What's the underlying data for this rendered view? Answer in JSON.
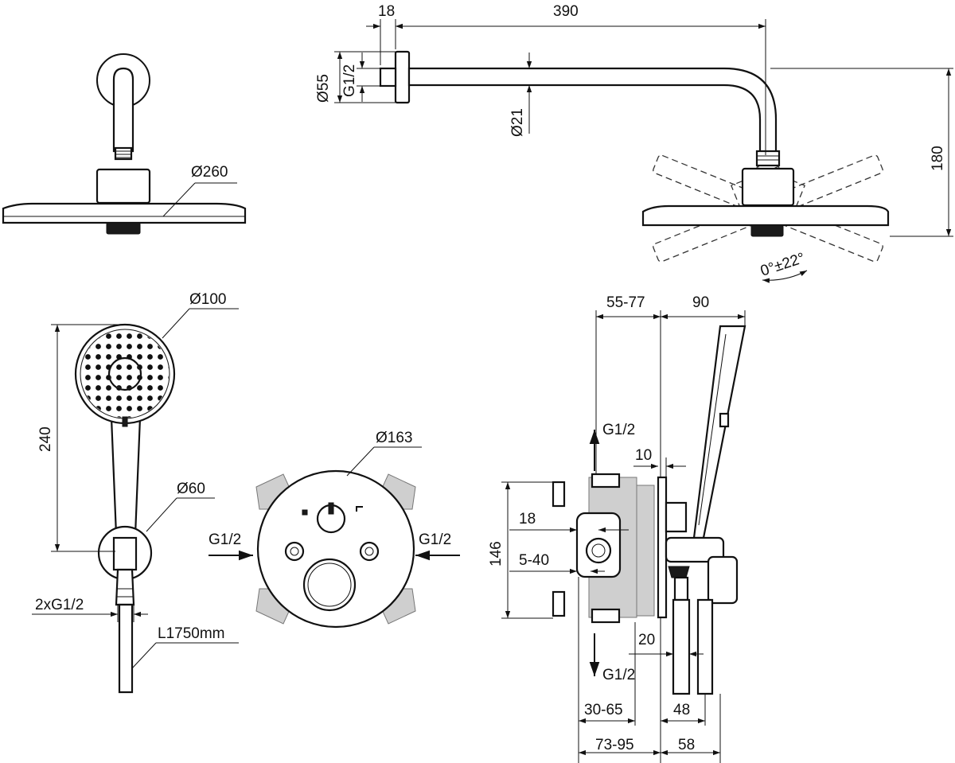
{
  "dimensions": {
    "overhead_arm_offset": "18",
    "overhead_arm_length": "390",
    "wall_flange_diameter": "Ø55",
    "overhead_inlet_thread": "G1/2",
    "arm_tube_diameter": "Ø21",
    "overhead_height": "180",
    "overhead_head_diameter": "Ø260",
    "tilt_angle": "0°±22°",
    "hand_shower_diameter": "Ø100",
    "hand_shower_length": "240",
    "holder_diameter": "Ø60",
    "holder_threads": "2xG1/2",
    "hose_length": "L1750mm",
    "trim_plate_diameter": "Ø163",
    "left_inlet_thread": "G1/2",
    "right_inlet_thread": "G1/2",
    "installation_depth": "55-77",
    "hand_shower_projection": "90",
    "top_outlet_thread": "G1/2",
    "plate_gap": "10",
    "body_height": "146",
    "inlet_offset": "18",
    "adjust_range": "5-40",
    "spout_offset": "20",
    "bottom_outlet_thread": "G1/2",
    "body_depth_range": "30-65",
    "handle_projection": "48",
    "total_depth_range": "73-95",
    "handle_total_projection": "58"
  }
}
